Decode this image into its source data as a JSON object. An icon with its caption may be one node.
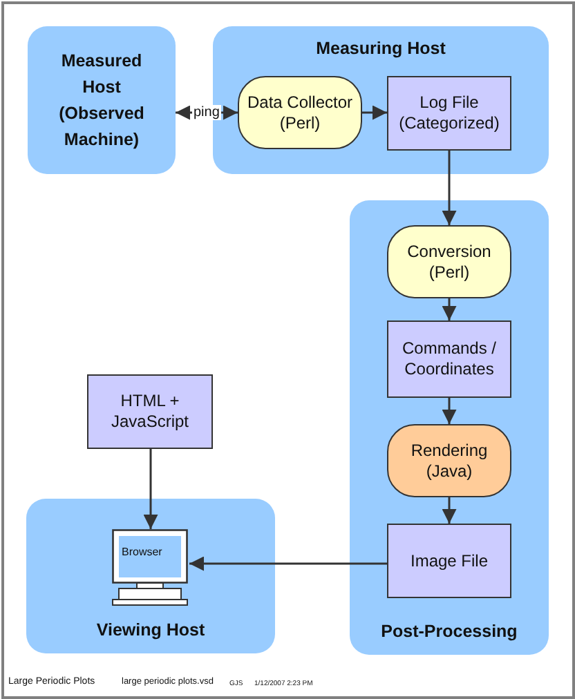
{
  "diagram": {
    "nodes": [
      {
        "text": [
          "Measured Host (Observed Machine)"
        ]
      },
      {
        "text": [
          "Measuring Host"
        ]
      },
      {
        "text": [
          "Data Collector (Perl)"
        ],
        "in": 1
      },
      {
        "text": [
          "Log File (Categorized)"
        ],
        "in": 1
      },
      {
        "text": [
          "Post-Processing"
        ]
      },
      {
        "text": [
          "Conversion (Perl)"
        ],
        "in": 4
      },
      {
        "text": [
          "Commands / Coordinates"
        ],
        "in": 4
      },
      {
        "text": [
          "Rendering (Java)"
        ],
        "in": 4
      },
      {
        "text": [
          "Image File"
        ],
        "in": 4
      },
      {
        "text": [
          "HTML + JavaScript"
        ]
      },
      {
        "text": [
          "Viewing Host"
        ]
      },
      {
        "text": [
          "Browser"
        ],
        "in": 10
      }
    ],
    "edges": [
      {
        "from": 0,
        "to": 2,
        "arrow": "both",
        "label": "ping"
      },
      {
        "from": 2,
        "to": 3,
        "arrow": "to"
      },
      {
        "from": 3,
        "to": 5,
        "arrow": "to"
      },
      {
        "from": 5,
        "to": 6,
        "arrow": "to"
      },
      {
        "from": 6,
        "to": 7,
        "arrow": "to"
      },
      {
        "from": 7,
        "to": 8,
        "arrow": "to"
      },
      {
        "from": 9,
        "to": 11,
        "arrow": "to"
      },
      {
        "from": 8,
        "to": 11,
        "arrow": "to"
      }
    ],
    "labels": [
      "Large Periodic Plots",
      "large periodic plots.vsd",
      "GJS",
      "1/12/2007 2:23 PM"
    ]
  }
}
